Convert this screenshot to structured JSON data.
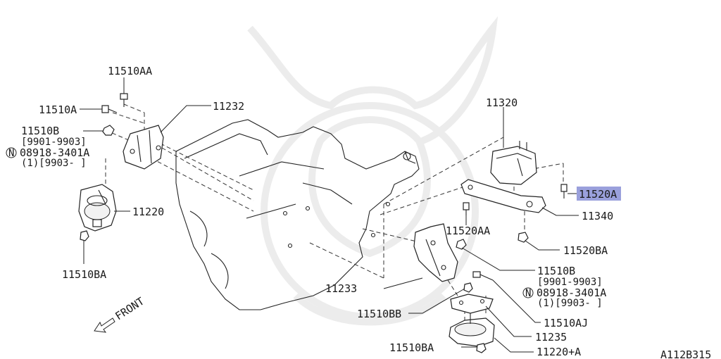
{
  "labels": {
    "p11510AA": "11510AA",
    "p11510A": "11510A",
    "p11232": "11232",
    "p11510B_left": "11510B",
    "p9901_left": "[9901-9903]",
    "n_left": "N",
    "p08918_left": "08918-3401A",
    "p1_left": "(1)[9903-    ]",
    "p11220": "11220",
    "p11510BA_left": "11510BA",
    "p11320": "11320",
    "p11520A": "11520A",
    "p11340": "11340",
    "p11520AA": "11520AA",
    "p11520BA": "11520BA",
    "p11510B_right": "11510B",
    "p9901_right": "[9901-9903]",
    "n_right": "N",
    "p08918_right": "08918-3401A",
    "p1_right": "(1)[9903-    ]",
    "p11233": "11233",
    "p11510BB": "11510BB",
    "p11510AJ": "11510AJ",
    "p11235": "11235",
    "p11510BA_bottom": "11510BA",
    "p11220A": "11220+A",
    "front": "FRONT",
    "diagram_code": "A112B315"
  },
  "colors": {
    "highlight": "#9aa0dc",
    "line": "#222222",
    "watermark": "#ececec"
  },
  "highlighted_part": "11520A"
}
